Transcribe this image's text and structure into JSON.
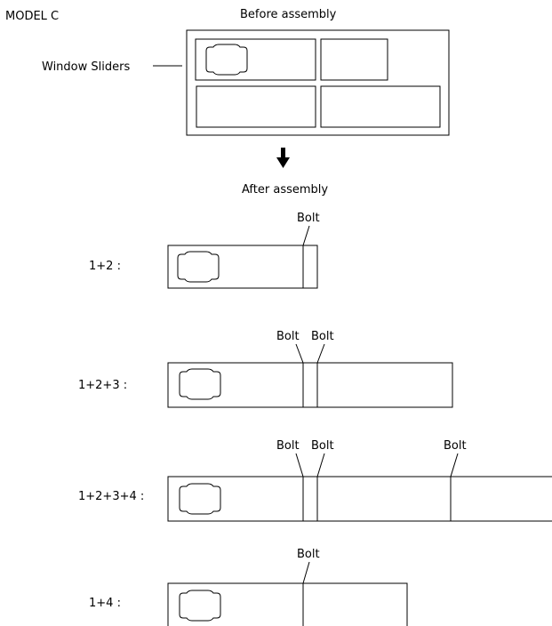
{
  "header": {
    "model": "MODEL C",
    "before_title": "Before assembly",
    "after_title": "After assembly",
    "window_sliders_label": "Window Sliders"
  },
  "bolt_label": "Bolt",
  "assemblies": [
    {
      "label": "1+2 :"
    },
    {
      "label": "1+2+3 :"
    },
    {
      "label": "1+2+3+4 :"
    },
    {
      "label": "1+4 :"
    }
  ],
  "icons": {
    "arrow": "down-arrow-icon",
    "window": "window-outline-icon"
  },
  "colors": {
    "line": "#000000",
    "background": "#ffffff"
  }
}
